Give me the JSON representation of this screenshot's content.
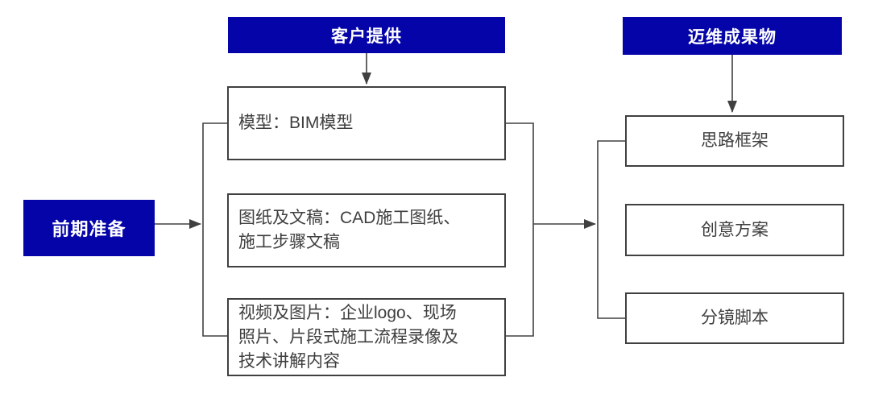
{
  "diagram": {
    "colors": {
      "accent": "#0504A8",
      "line": "#404040",
      "text": "#3F3F3F",
      "header_text": "#FFFFFF",
      "background": "#FFFFFF"
    },
    "prep": {
      "label": "前期准备"
    },
    "client": {
      "header": "客户提供",
      "items": [
        {
          "label": "模型：BIM模型"
        },
        {
          "label": "图纸及文稿：CAD施工图纸、施工步骤文稿"
        },
        {
          "label": "视频及图片：企业logo、现场照片、片段式施工流程录像及技术讲解内容"
        }
      ]
    },
    "deliverables": {
      "header": "迈维成果物",
      "items": [
        {
          "label": "思路框架"
        },
        {
          "label": "创意方案"
        },
        {
          "label": "分镜脚本"
        }
      ]
    }
  }
}
